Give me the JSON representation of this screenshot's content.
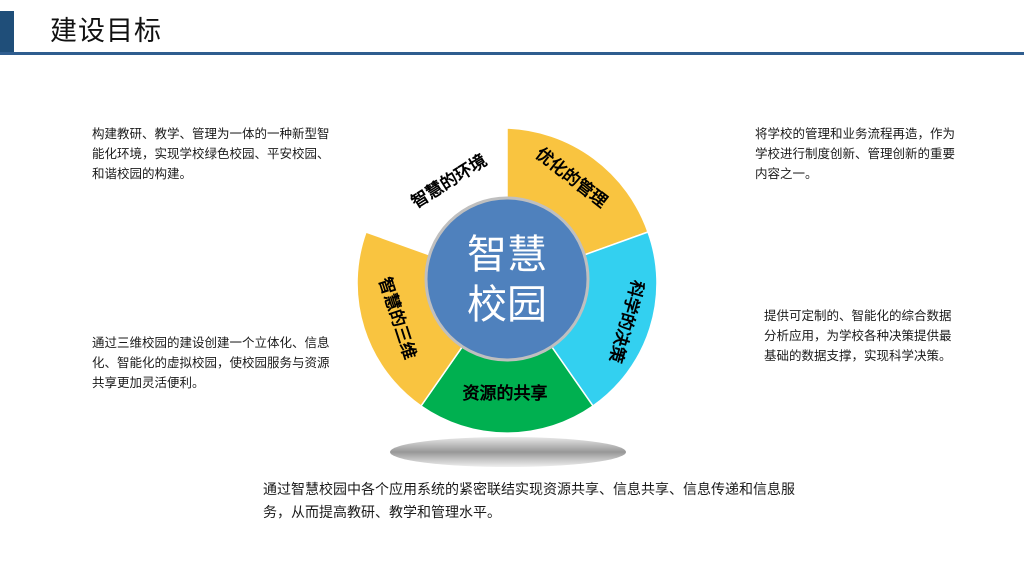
{
  "header": {
    "title": "建设目标"
  },
  "paragraphs": {
    "top_left": "构建教研、教学、管理为一体的一种新型智能化环境，实现学校绿色校园、平安校园、和谐校园的构建。",
    "top_right": "将学校的管理和业务流程再造，作为学校进行制度创新、管理创新的重要内容之一。",
    "bottom_left": "通过三维校园的建设创建一个立体化、信息化、智能化的虚拟校园，使校园服务与资源共享更加灵活便利。",
    "bottom_right": "提供可定制的、智能化的综合数据分析应用，为学校各种决策提供最基础的数据支撑，实现科学决策。",
    "bottom_center": "通过智慧校园中各个应用系统的紧密联结实现资源共享、信息共享、信息传递和信息服务，从而提高教研、教学和管理水平。"
  },
  "diagram": {
    "center_line1": "智慧",
    "center_line2": "校园",
    "segments": [
      {
        "label": "优化的管理",
        "color": "#f9c440"
      },
      {
        "label": "科学的决策",
        "color": "#33d0f0"
      },
      {
        "label": "资源的共享",
        "color": "#00b050"
      },
      {
        "label": "智慧的三维",
        "color": "#f9c440"
      },
      {
        "label": "智慧的环境",
        "color": "#ffffff"
      }
    ],
    "center_color": "#4f81bd",
    "center_border": "#bfbfbf"
  }
}
